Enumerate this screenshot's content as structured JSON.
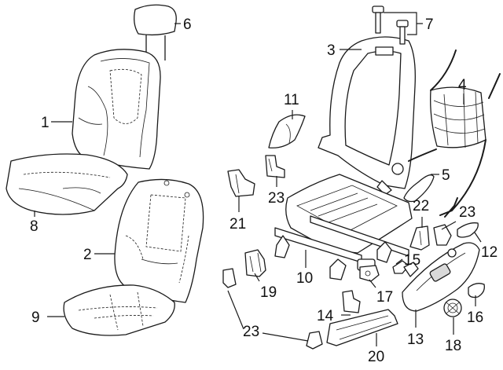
{
  "callouts": {
    "c1": "1",
    "c2": "2",
    "c3": "3",
    "c4": "4",
    "c5": "5",
    "c6": "6",
    "c7": "7",
    "c8": "8",
    "c9": "9",
    "c10": "10",
    "c11": "11",
    "c12": "12",
    "c13": "13",
    "c14": "14",
    "c15": "15",
    "c16": "16",
    "c17": "17",
    "c18": "18",
    "c19": "19",
    "c20": "20",
    "c21": "21",
    "c22": "22",
    "c23a": "23",
    "c23b": "23",
    "c23c": "23"
  }
}
